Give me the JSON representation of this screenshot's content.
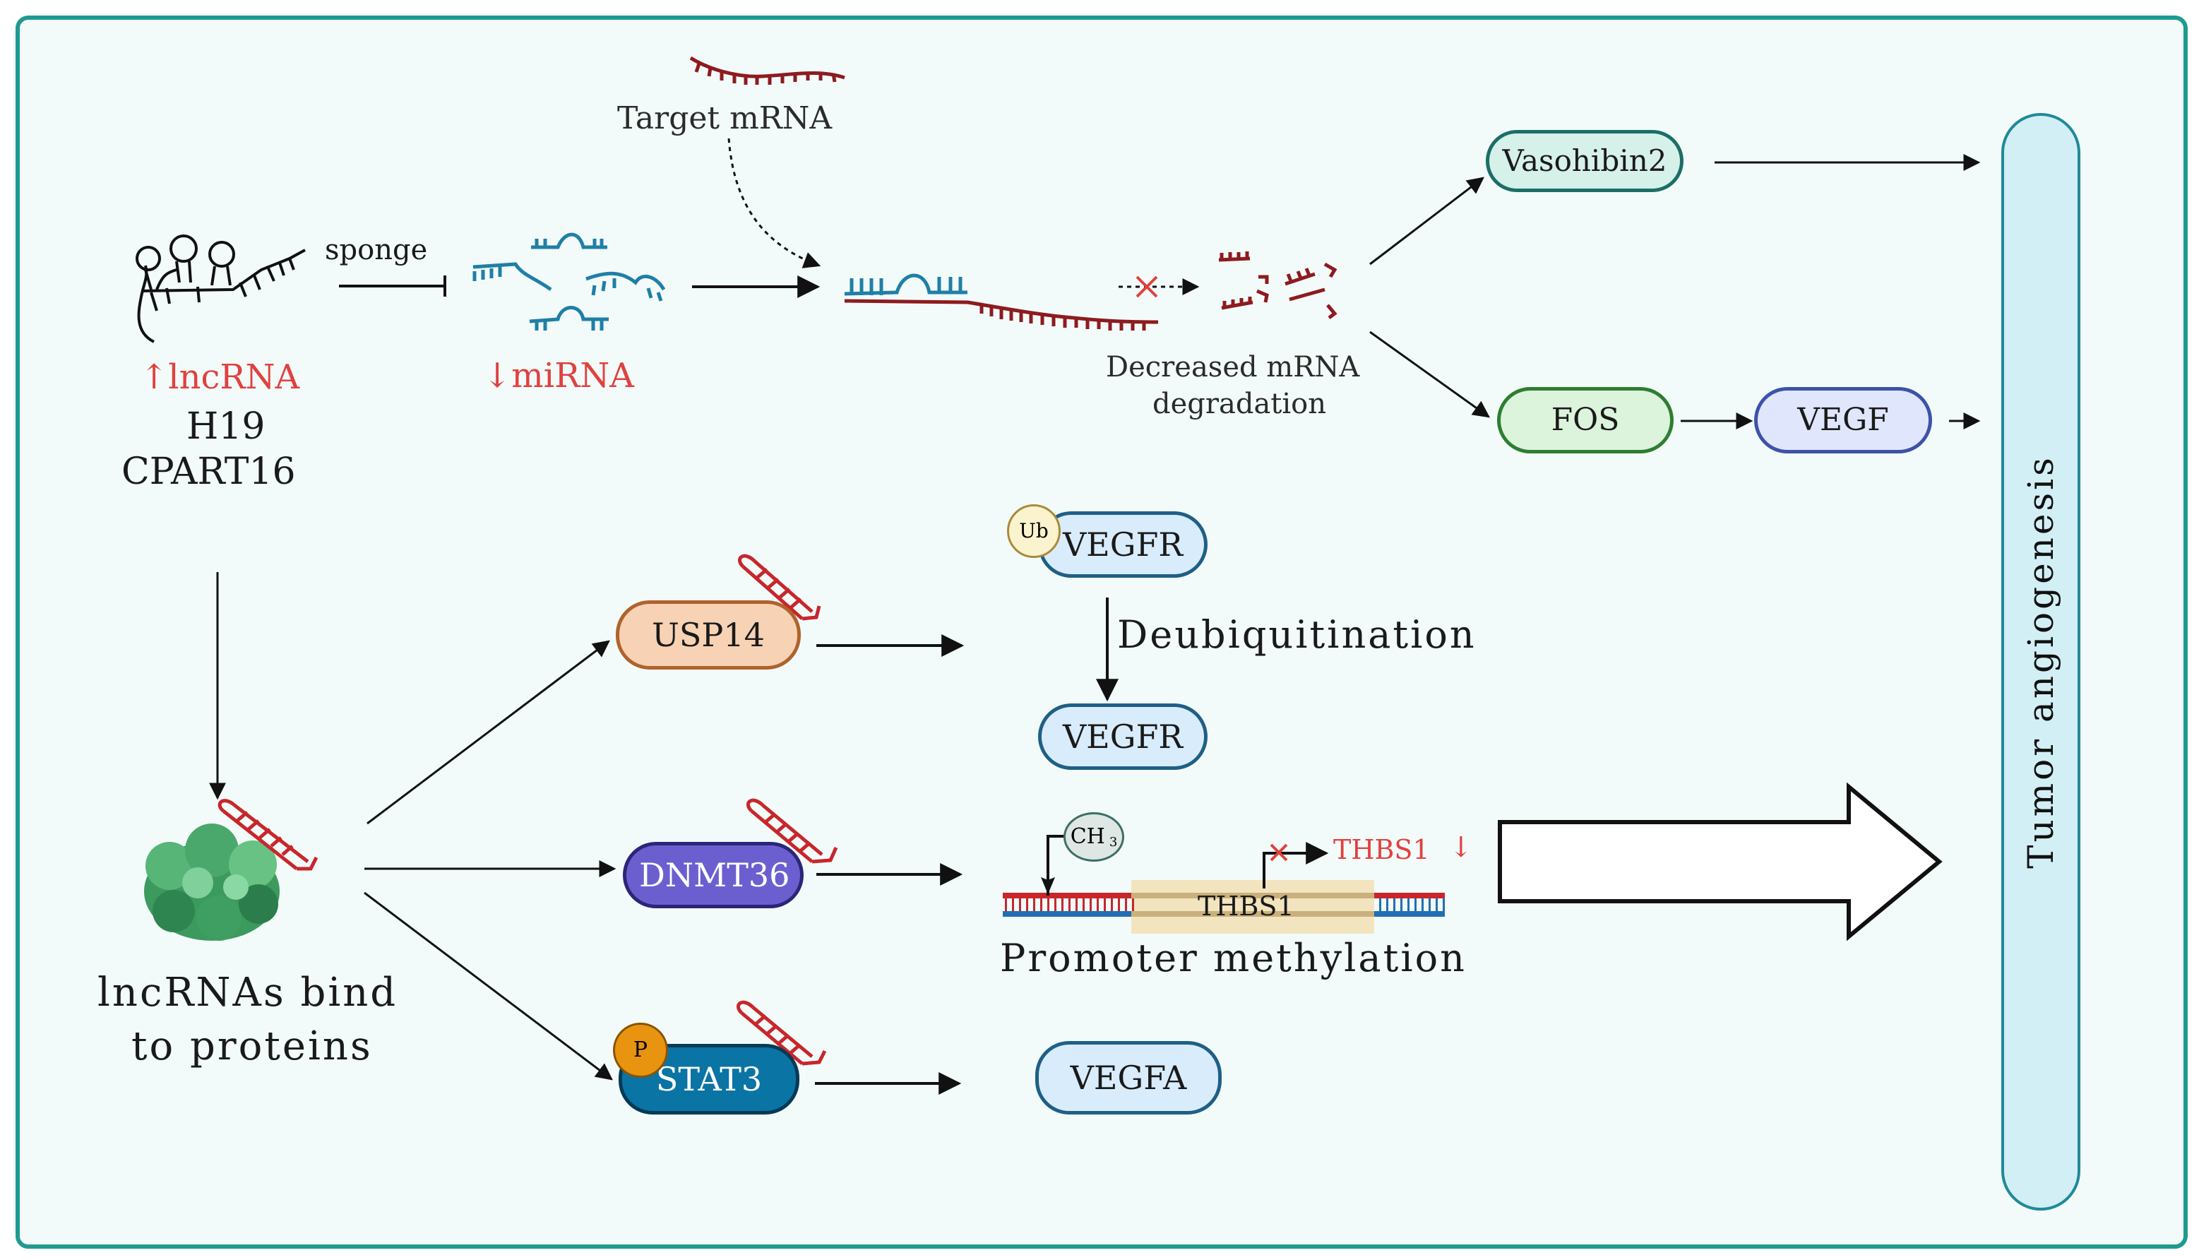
{
  "colors": {
    "teal": "#1f9a91",
    "rna_red": "#8e1b1f",
    "mirna_blue": "#1f7fa6",
    "label_red": "#e0413f",
    "hairpin_red": "#c8262b"
  },
  "lncrna": {
    "arrow_label": "↑lncRNA",
    "name1": "H19",
    "name2": "CPART16"
  },
  "sponge_label": "sponge",
  "mirna_label": "↓miRNA",
  "target_mrna_label": "Target mRNA",
  "degradation": {
    "line1": "Decreased mRNA",
    "line2": "degradation"
  },
  "nodes": {
    "vasohibin": "Vasohibin2",
    "fos": "FOS",
    "vegf": "VEGF",
    "usp14": "USP14",
    "dnmt": "DNMT36",
    "stat3": "STAT3",
    "vegfr_top": "VEGFR",
    "vegfr_bottom": "VEGFR",
    "vegfa": "VEGFA"
  },
  "badges": {
    "ub": "Ub",
    "ch3_main": "CH",
    "ch3_sub": "3",
    "p": "P"
  },
  "deubiquitination": "Deubiquitination",
  "thbs1": {
    "red_label": "THBS1",
    "red_arrow": "↓",
    "gene_label": "THBS1"
  },
  "promoter_methylation": "Promoter methylation",
  "protein_caption": {
    "line1": "lncRNAs bind",
    "line2": "to proteins"
  },
  "outcome": "Tumor angiogenesis"
}
